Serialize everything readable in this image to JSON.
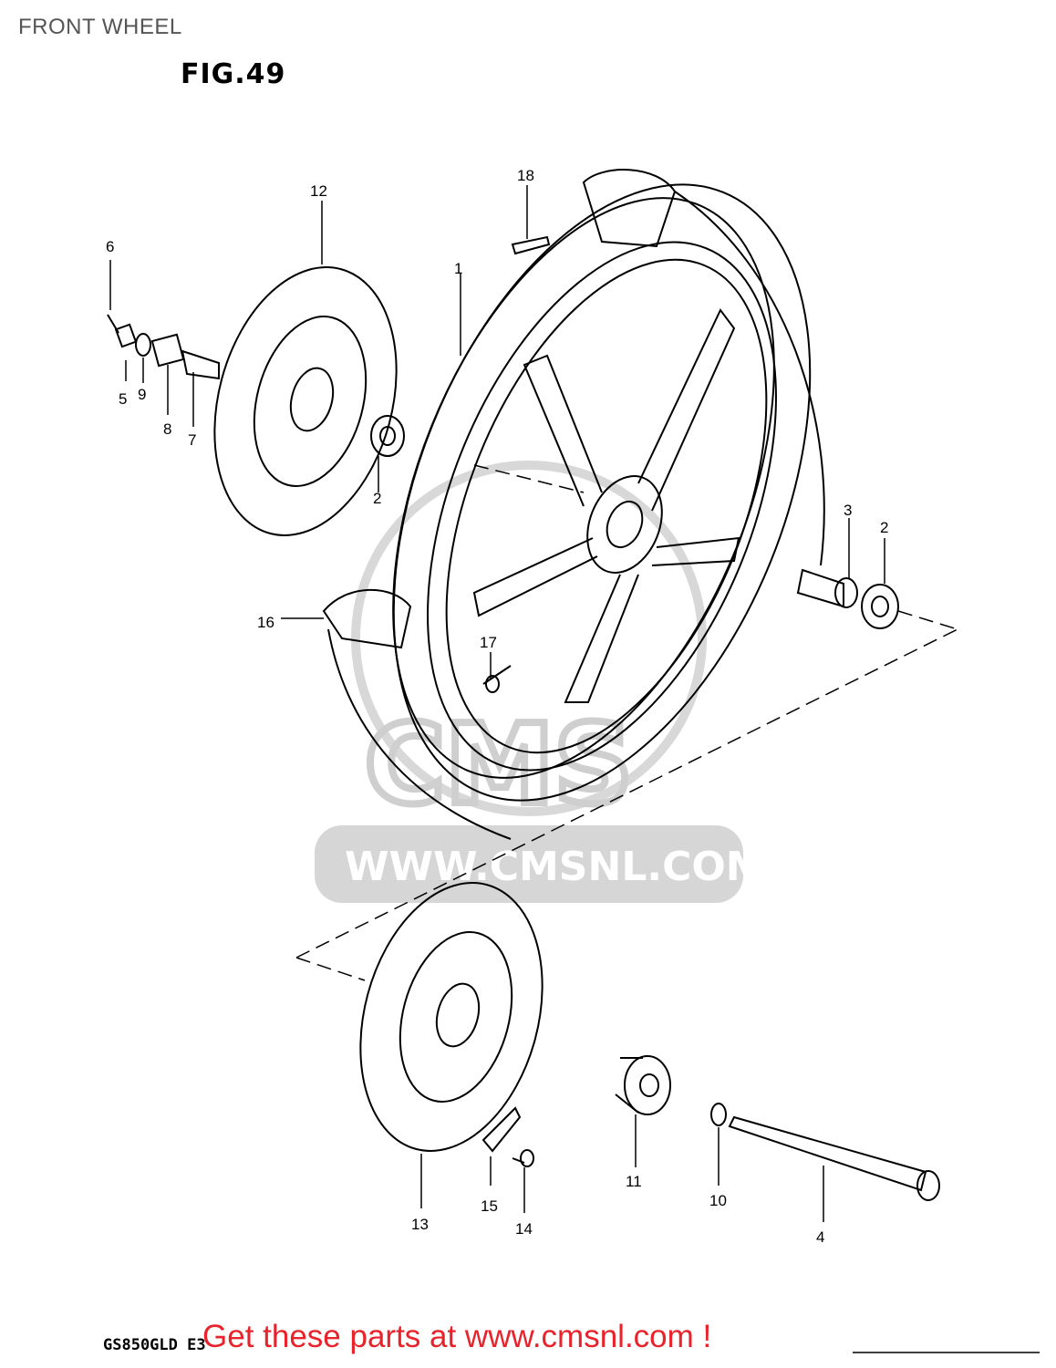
{
  "page": {
    "title": "FRONT WHEEL",
    "figure": "FIG.49",
    "model": "GS850GLD E3",
    "cta": "Get these parts at www.cmsnl.com !"
  },
  "watermark": {
    "logo": "CMS",
    "url": "WWW.CMSNL.COM"
  },
  "callouts": {
    "c1": "1",
    "c2a": "2",
    "c2b": "2",
    "c3": "3",
    "c4": "4",
    "c5": "5",
    "c6": "6",
    "c7": "7",
    "c8": "8",
    "c9": "9",
    "c10": "10",
    "c11": "11",
    "c12": "12",
    "c13": "13",
    "c14": "14",
    "c15": "15",
    "c16": "16",
    "c17": "17",
    "c18": "18"
  },
  "colors": {
    "ink": "#000000",
    "cta": "#e8232b",
    "watermark": "#cfcfcf",
    "title": "#555555"
  }
}
